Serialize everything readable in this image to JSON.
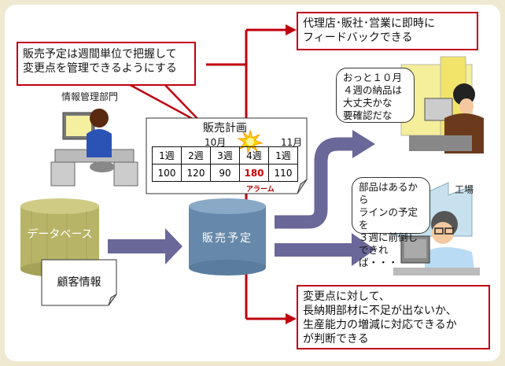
{
  "callouts": {
    "weekly_plan": [
      "販売予定は週間単位で把握して",
      "変更点を管理できるようにする"
    ],
    "feedback": [
      "代理店･販社･営業に即時に",
      "フィードバックできる"
    ],
    "judgement": [
      "変更点に対して、",
      "長納期部材に不足が出ないか、",
      "生産能力の増減に対応できるか",
      "が判断できる"
    ]
  },
  "labels": {
    "info_dept": "情報管理部門",
    "factory": "工場"
  },
  "speech": {
    "office_worker": [
      "おっと１０月",
      "４週の納品は",
      "大丈夫かな",
      "要確認だな"
    ],
    "factory_worker": [
      "部品はあるから",
      "ラインの予定を",
      "３週に前倒し",
      "できれば・・・"
    ]
  },
  "sales_plan": {
    "title": "販売計画",
    "month_labels": [
      "10月",
      "11月"
    ],
    "weeks": [
      "1週",
      "2週",
      "3週",
      "4週",
      "1週"
    ],
    "values": [
      "100",
      "120",
      "90",
      "180",
      "110"
    ],
    "alarm_label": "アラーム",
    "alarm_index": 3
  },
  "databases": {
    "database": "データベース",
    "sales_forecast": "販売予定"
  },
  "customer_doc": "顧客情報",
  "colors": {
    "callout_border": "#c0000f",
    "arrow": "#6a6799",
    "db_olive": "#b8b467",
    "db_blue": "#6688aa",
    "alarm": "#cc0000"
  }
}
